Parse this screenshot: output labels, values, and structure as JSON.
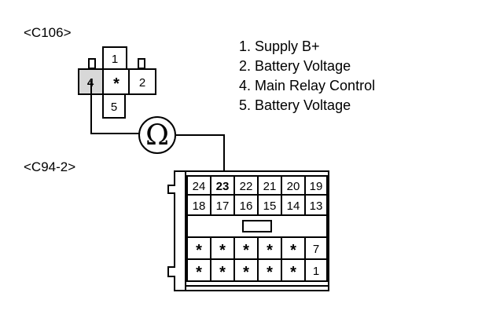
{
  "connectors": {
    "c106": {
      "label": "<C106>",
      "pins": [
        "1",
        "4",
        "*",
        "2",
        "5"
      ]
    },
    "c94_2": {
      "label": "<C94-2>",
      "row1": [
        "24",
        "23",
        "22",
        "21",
        "20",
        "19"
      ],
      "row2": [
        "18",
        "17",
        "16",
        "15",
        "14",
        "13"
      ],
      "row3": [
        "*",
        "*",
        "*",
        "*",
        "*",
        "7"
      ],
      "row4": [
        "*",
        "*",
        "*",
        "*",
        "*",
        "1"
      ]
    }
  },
  "meter": {
    "symbol": "Ω"
  },
  "legend": [
    "1. Supply B+",
    "2. Battery Voltage",
    "4. Main Relay Control",
    "5. Battery Voltage"
  ]
}
